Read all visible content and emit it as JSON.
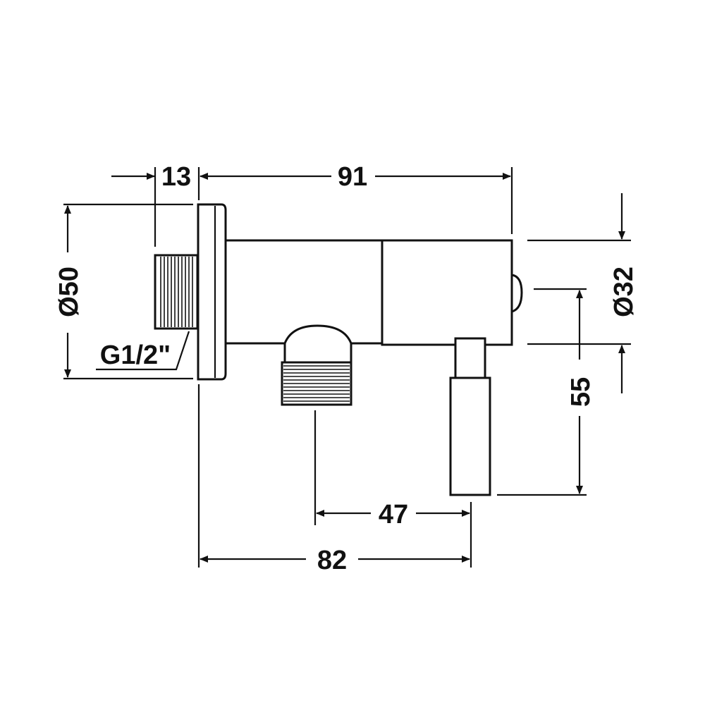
{
  "dimensions": {
    "flange_depth": "13",
    "overall_length": "91",
    "flange_diameter": "Ø50",
    "body_diameter": "Ø32",
    "inlet_thread": "G1/2\"",
    "outlet_to_handle": "47",
    "wall_to_handle": "82",
    "handle_length": "55"
  },
  "colors": {
    "line": "#111111",
    "background": "#ffffff"
  }
}
